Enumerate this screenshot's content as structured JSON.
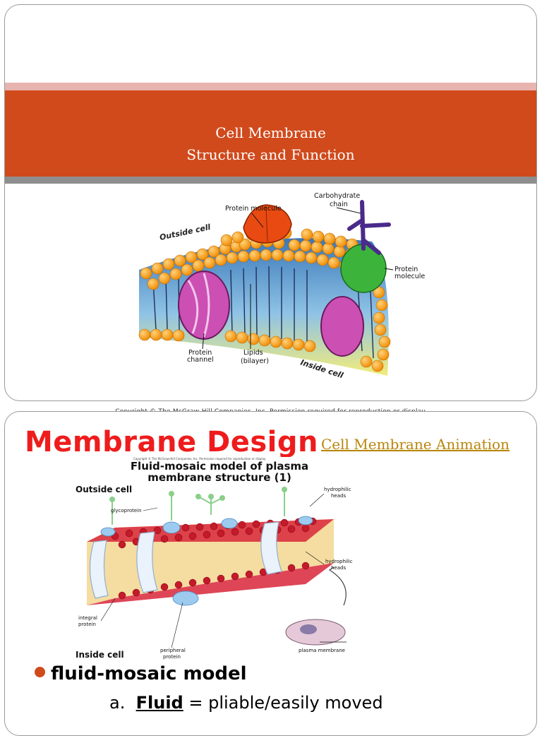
{
  "slide1": {
    "title_line1": "Cell Membrane",
    "title_line2": "Structure and Function",
    "diagram": {
      "label_outside": "Outside cell",
      "label_inside": "Inside cell",
      "label_protein_molecule_top": "Protein molecule",
      "label_carbohydrate_1": "Carbohydrate",
      "label_carbohydrate_2": "chain",
      "label_protein_right_1": "Protein",
      "label_protein_right_2": "molecule",
      "label_channel_1": "Protein",
      "label_channel_2": "channel",
      "label_lipids_1": "Lipids",
      "label_lipids_2": "(bilayer)"
    }
  },
  "copyright": "Copyright © The McGraw-Hill Companies, Inc. Permission required for reproduction or display.",
  "slide2": {
    "title": "Membrane Design",
    "link_text": "Cell Membrane Animation",
    "figure": {
      "copyright_small": "Copyright © The McGraw-Hill Companies, Inc. Permission required for reproduction or display.",
      "heading_1": "Fluid-mosaic model of plasma",
      "heading_2": "membrane structure (1)",
      "label_outside": "Outside cell",
      "label_inside": "Inside cell",
      "label_glycoprotein": "glycoprotein",
      "label_hydrophilic_top_1": "hydrophilic",
      "label_hydrophilic_top_2": "heads",
      "label_hydrophilic_mid_1": "hydrophilic",
      "label_hydrophilic_mid_2": "heads",
      "label_integral_1": "integral",
      "label_integral_2": "protein",
      "label_peripheral_1": "peripheral",
      "label_peripheral_2": "protein",
      "label_plasma_membrane": "plasma membrane"
    },
    "bullet": "fluid-mosaic model",
    "sub_prefix": "a.",
    "sub_term": "Fluid",
    "sub_rest": "= pliable/easily moved"
  },
  "colors": {
    "title_band": "#d04a1c",
    "title_text": "#ffffff",
    "design_title": "#ee1c1c",
    "link": "#b8860b",
    "bullet": "#d04a1c"
  },
  "icons": [
    "bullet-dot-icon",
    "curved-arrow-icon"
  ]
}
